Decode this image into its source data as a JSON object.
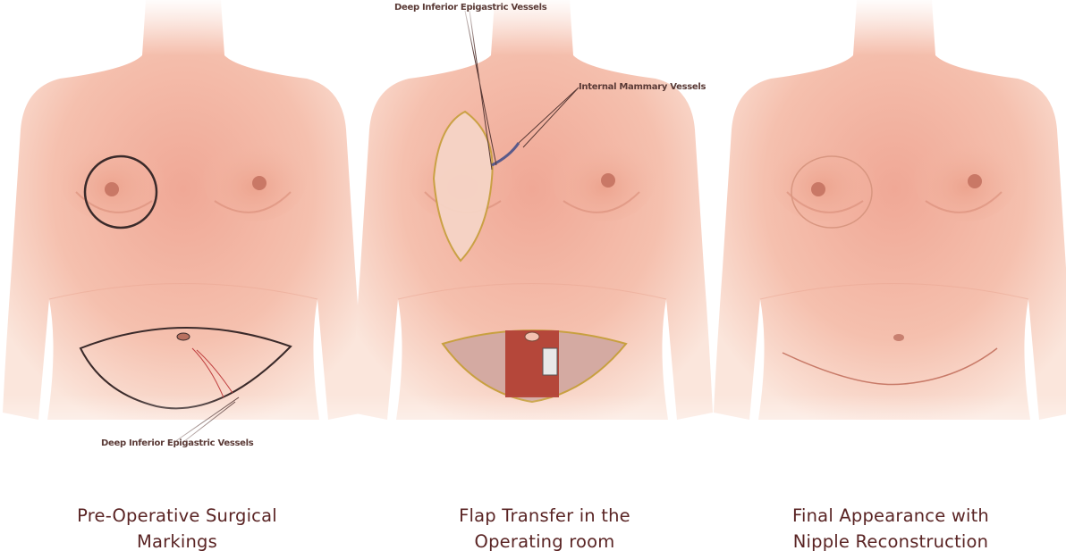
{
  "panels": [
    {
      "caption_line1": "Pre-Operative Surgical",
      "caption_line2": "Markings",
      "labels": [
        "Deep Inferior Epigastric Vessels"
      ]
    },
    {
      "caption_line1": "Flap Transfer in the",
      "caption_line2": "Operating room",
      "labels": [
        "Deep Inferior Epigastric Vessels",
        "Internal Mammary Vessels"
      ]
    },
    {
      "caption_line1": "Final Appearance with",
      "caption_line2": "Nipple Reconstruction",
      "labels": []
    }
  ],
  "colors": {
    "caption": "#5a2424",
    "skin": "#f2b9a4",
    "marking": "#3a2a2a"
  }
}
